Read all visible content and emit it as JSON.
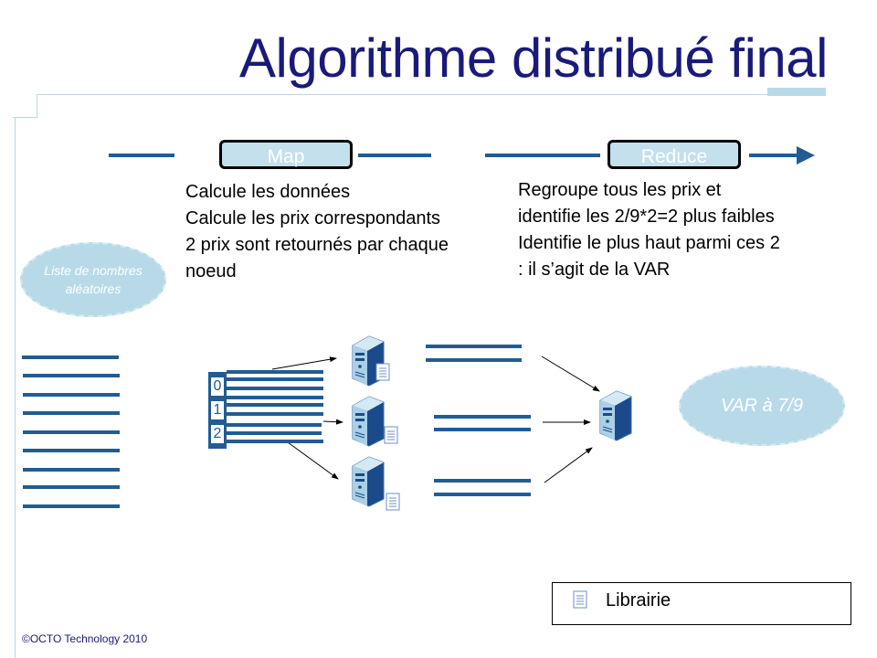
{
  "title": "Algorithme distribué final",
  "phases": [
    {
      "label": "Map",
      "description": [
        "Calcule les données",
        "Calcule les prix correspondants",
        "2 prix sont retournés par chaque",
        "noeud"
      ]
    },
    {
      "label": "Reduce",
      "description": [
        "Regroupe tous les prix et",
        "identifie les 2/9*2=2 plus faibles",
        "Identifie le plus haut parmi ces 2",
        ": il s’agit de la VAR"
      ]
    }
  ],
  "input_cloud": {
    "lines": [
      "Liste de nombres",
      "aléatoires"
    ]
  },
  "output_cloud": {
    "label": "VAR à 7/9"
  },
  "partition_indexes": [
    "0",
    "1",
    "2"
  ],
  "legend": {
    "icon": "document-icon",
    "label": "Librairie"
  },
  "footer": "©OCTO  Technology 2010",
  "colors": {
    "title": "#1a1a7a",
    "accent": "#215c93",
    "light_blue": "#b8dae8"
  }
}
